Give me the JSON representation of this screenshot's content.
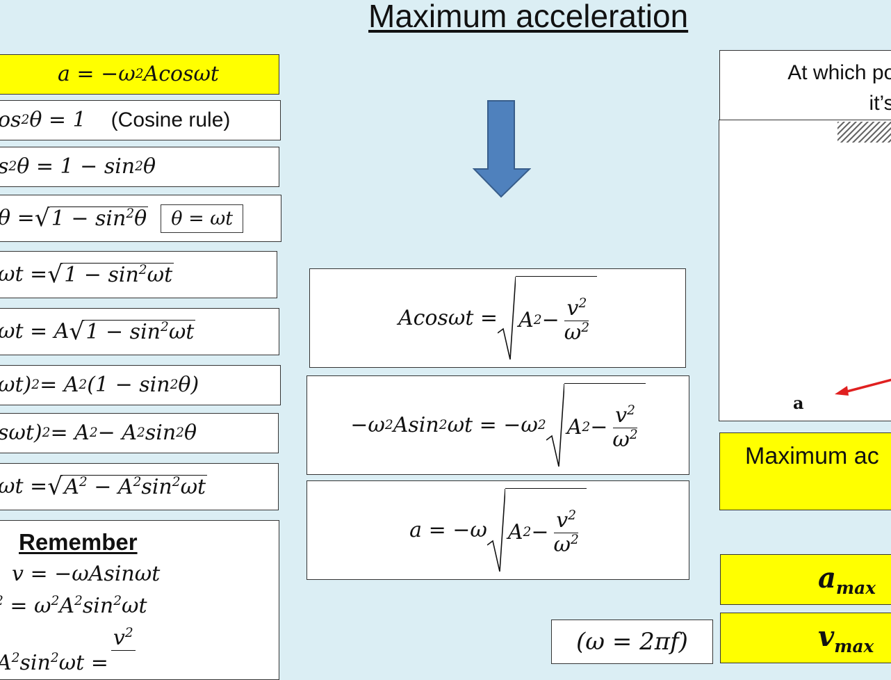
{
  "title": "Maximum acceleration",
  "left_column": {
    "eq1": "a = −ω",
    "eq1_tail": "Acosωt",
    "eq2_prefix": "os",
    "eq2_mid": "θ = 1",
    "eq2_note": "(Cosine rule)",
    "eq3_prefix": "s",
    "eq3_mid": "θ = 1 − sin",
    "eq3_tail": "θ",
    "eq4_prefix": "θ = ",
    "eq4_arg": "1 − sin",
    "eq4_arg_tail": "θ",
    "eq4_box": "θ = ωt",
    "eq5_prefix": "ωt = ",
    "eq5_arg": "1 − sin",
    "eq5_arg_tail": "ωt",
    "eq6_prefix": "ωt = A",
    "eq6_arg": "1 − sin",
    "eq6_arg_tail": "ωt",
    "eq7_prefix": "ωt)",
    "eq7_mid": "= A",
    "eq7_tail": "(1 − sin",
    "eq7_end": "θ)",
    "eq8_prefix": "sωt)",
    "eq8_mid": "= A",
    "eq8_mid2": " − A",
    "eq8_tail": "sin",
    "eq8_end": "θ",
    "eq9_prefix": "ωt = ",
    "eq9_arg": "A",
    "eq9_arg2": " − A",
    "eq9_arg3": "sin",
    "eq9_arg4": "ωt",
    "remember": {
      "heading": "Remember",
      "line1": "v = −ωAsinωt",
      "line2_prefix": " = ω",
      "line2_mid": "A",
      "line2_tail": "sin",
      "line2_end": "ωt",
      "line3_prefix": "A",
      "line3_mid": "sin",
      "line3_tail": "ωt = ",
      "line3_num": "v"
    }
  },
  "center": {
    "box1_lhs": "Acosωt = ",
    "box2_lhs": "−ω",
    "box2_mid": "Asin",
    "box2_tail": "ωt = −ω",
    "box3_lhs": "a = −ω",
    "sqrt_A": "A",
    "sqrt_minus": " − ",
    "frac_num": "v",
    "frac_den": "ω",
    "sup2": "2",
    "omega_box": "(ω = 2πf)"
  },
  "right": {
    "question_line1": "At which point",
    "question_line2": "it’s m",
    "diagram_label": "a",
    "answer_partial": "Maximum ac",
    "amax": "a",
    "amax_sub": "max",
    "vmax": "v",
    "vmax_sub": "max"
  },
  "colors": {
    "background": "#dbeef4",
    "highlight": "#ffff00",
    "arrow_fill": "#4f81bd",
    "arrow_stroke": "#385d8a",
    "diagram_arrow": "#e02020"
  }
}
